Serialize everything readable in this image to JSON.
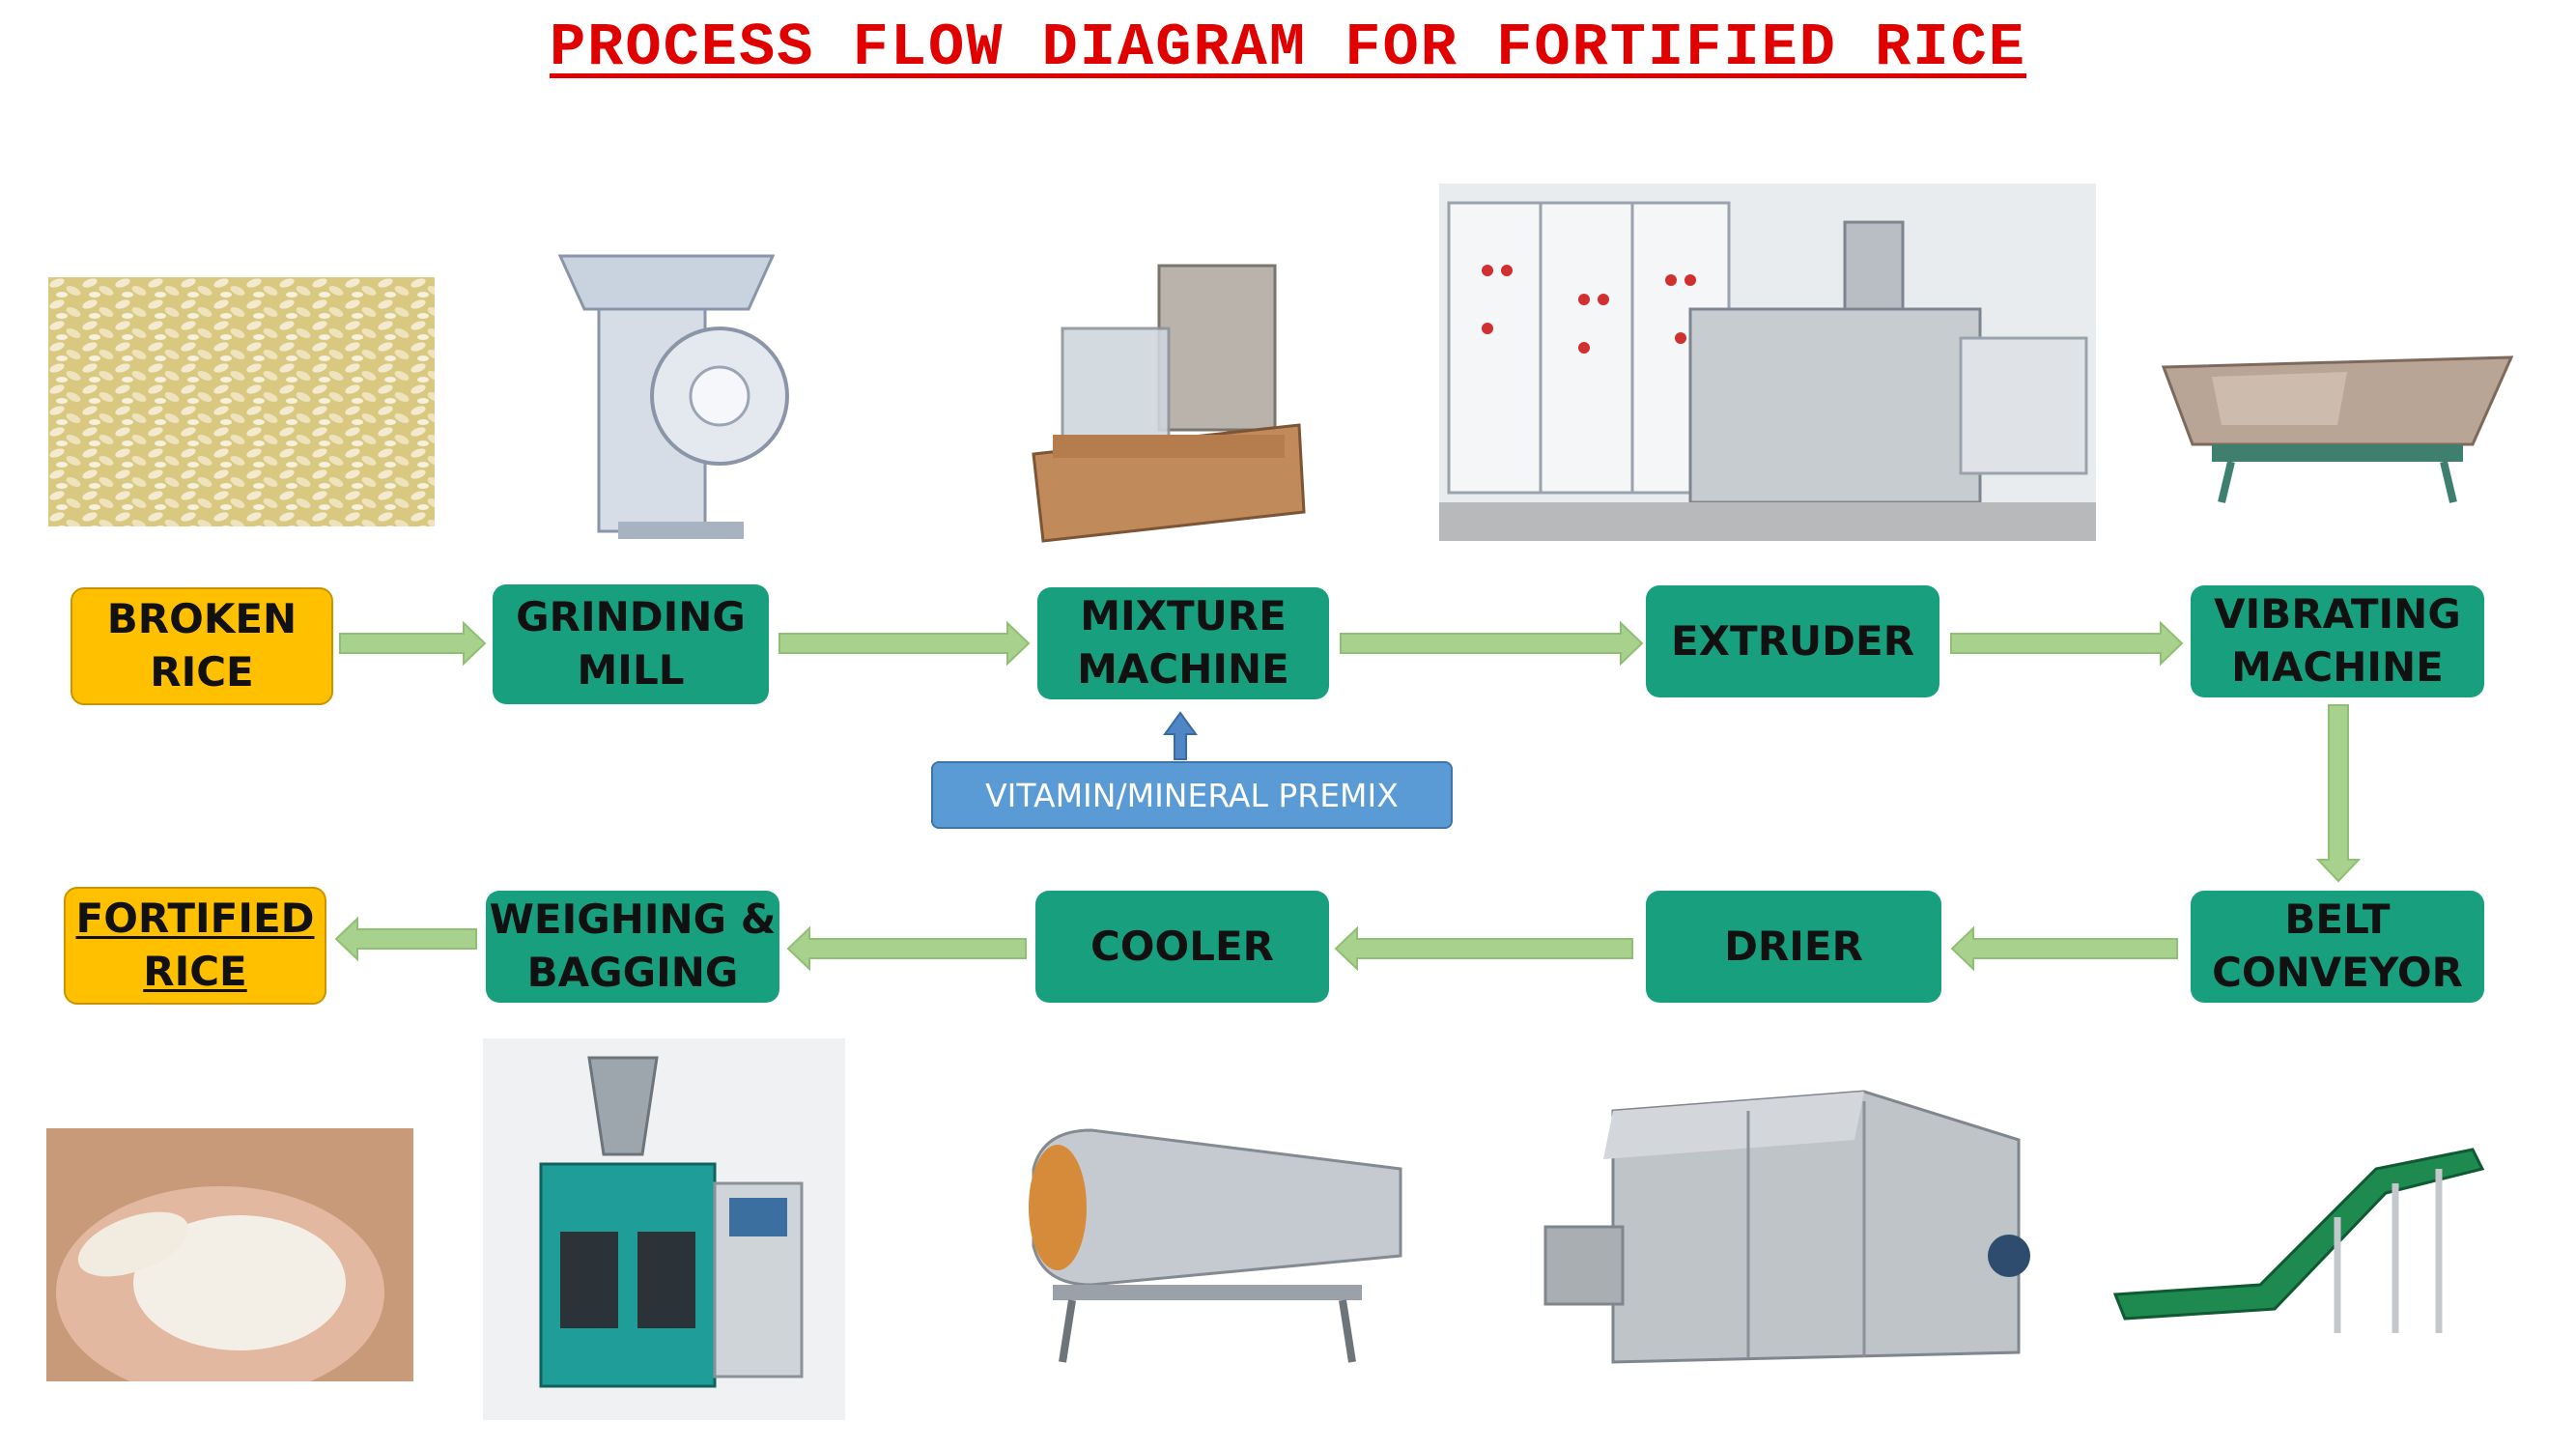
{
  "title": "PROCESS FLOW DIAGRAM FOR FORTIFIED RICE",
  "steps": {
    "broken_rice": "BROKEN\nRICE",
    "grinding_mill": "GRINDING\nMILL",
    "mixture_machine": "MIXTURE\nMACHINE",
    "extruder": "EXTRUDER",
    "vibrating_machine": "VIBRATING\nMACHINE",
    "belt_conveyor": "BELT\nCONVEYOR",
    "drier": "DRIER",
    "cooler": "COOLER",
    "weighing_bagging": "WEIGHING &\nBAGGING",
    "fortified_rice": "FORTIFIED\nRICE"
  },
  "premix": "VITAMIN/MINERAL PREMIX",
  "colors": {
    "step_green": "#18a07e",
    "start_end_yellow": "#ffc000",
    "premix_blue": "#5b9bd5",
    "flow_arrow": "#a9d18e",
    "title_red": "#e00000"
  },
  "images": [
    "broken-rice-photo",
    "grinding-mill-photo",
    "mixture-machine-photo",
    "extruder-photo",
    "vibrating-machine-photo",
    "belt-conveyor-photo",
    "drier-photo",
    "cooler-photo",
    "weighing-bagging-machine-photo",
    "fortified-rice-photo"
  ]
}
